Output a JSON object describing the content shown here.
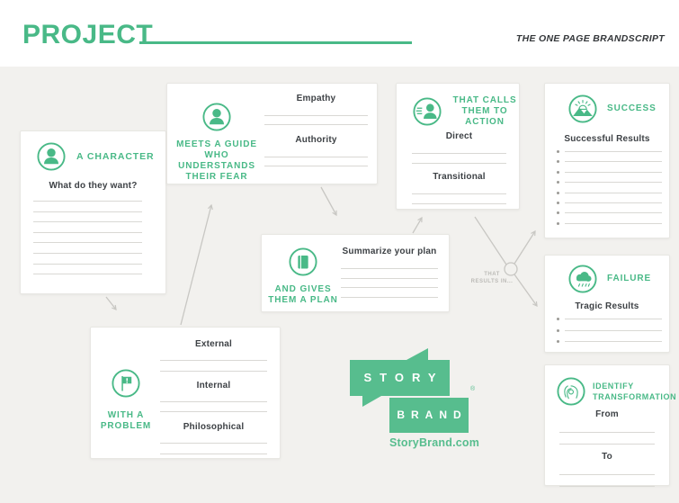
{
  "header": {
    "title": "PROJECT",
    "tagline": "THE ONE PAGE BRANDSCRIPT"
  },
  "colors": {
    "accent_green": "#49b987",
    "logo_green": "#57bd8e",
    "canvas_bg": "#f2f1ee",
    "rule_line": "#d9d8d4",
    "arrow_gray": "#c8c7c3",
    "text_dark": "#3d4145"
  },
  "cards": {
    "character": {
      "icon": "person-icon",
      "title": "A CHARACTER",
      "prompt": "What do they want?",
      "line_count": 8
    },
    "guide": {
      "icon": "guide-person-icon",
      "title_lines": [
        "MEETS A GUIDE",
        "WHO UNDERSTANDS",
        "THEIR FEAR"
      ],
      "fields": [
        {
          "label": "Empathy",
          "line_count": 2
        },
        {
          "label": "Authority",
          "line_count": 2
        }
      ]
    },
    "problem": {
      "icon": "flag-icon",
      "title_lines": [
        "WITH A",
        "PROBLEM"
      ],
      "fields": [
        {
          "label": "External",
          "line_count": 2
        },
        {
          "label": "Internal",
          "line_count": 2
        },
        {
          "label": "Philosophical",
          "line_count": 2
        }
      ]
    },
    "plan": {
      "icon": "book-icon",
      "title_lines": [
        "AND GIVES",
        "THEM A PLAN"
      ],
      "prompt": "Summarize your plan",
      "line_count": 4
    },
    "action": {
      "icon": "running-person-icon",
      "title_lines": [
        "THAT CALLS",
        "THEM TO ACTION"
      ],
      "fields": [
        {
          "label": "Direct",
          "line_count": 2
        },
        {
          "label": "Transitional",
          "line_count": 2
        }
      ]
    },
    "success": {
      "icon": "sunrise-mountains-icon",
      "title": "SUCCESS",
      "prompt": "Successful Results",
      "bullet_count": 8
    },
    "failure": {
      "icon": "rain-cloud-icon",
      "title": "FAILURE",
      "prompt": "Tragic Results",
      "bullet_count": 3
    },
    "transformation": {
      "icon": "fingerprint-icon",
      "title_lines": [
        "IDENTIFY",
        "TRANSFORMATION"
      ],
      "fields": [
        {
          "label": "From",
          "line_count": 2
        },
        {
          "label": "To",
          "line_count": 2
        }
      ]
    }
  },
  "connector": {
    "label_lines": [
      "THAT",
      "RESULTS IN..."
    ]
  },
  "logo": {
    "word1": "STORY",
    "word2": "BRAND",
    "registered": "®",
    "url": "StoryBrand.com"
  }
}
